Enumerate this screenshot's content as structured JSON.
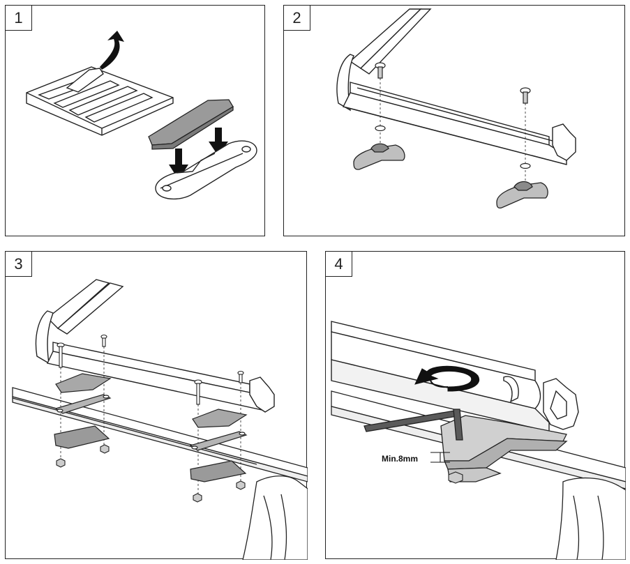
{
  "steps": [
    {
      "number": "1"
    },
    {
      "number": "2"
    },
    {
      "number": "3"
    },
    {
      "number": "4",
      "annotation": "Min.8mm"
    }
  ],
  "colors": {
    "line": "#222222",
    "fill_gray": "#9a9a9a",
    "fill_light": "#e6e6e6",
    "fill_mid": "#c4c4c4"
  }
}
